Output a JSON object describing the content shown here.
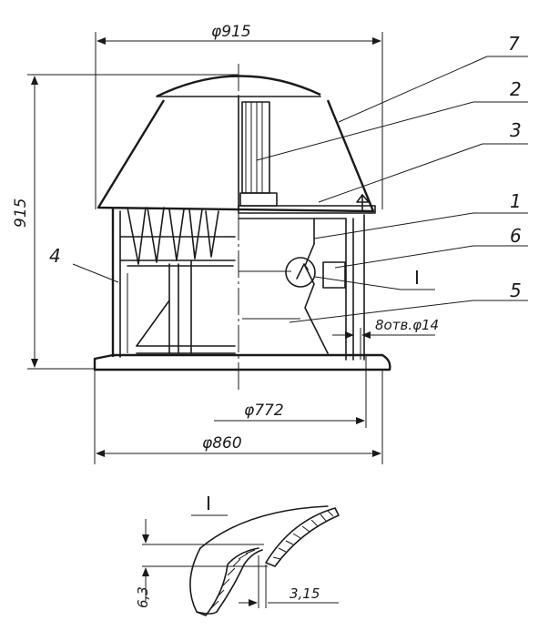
{
  "drawing": {
    "dimensions": {
      "top_width": "φ915",
      "height": "915",
      "d772": "φ772",
      "d860": "φ860",
      "holes": "8отв.φ14",
      "thickness_a": "6,3",
      "thickness_b": "3,15"
    },
    "callouts": {
      "c1": "1",
      "c2": "2",
      "c3": "3",
      "c4": "4",
      "c5": "5",
      "c6": "6",
      "c7": "7",
      "detail_ref": "I"
    },
    "detail_title": "I"
  }
}
